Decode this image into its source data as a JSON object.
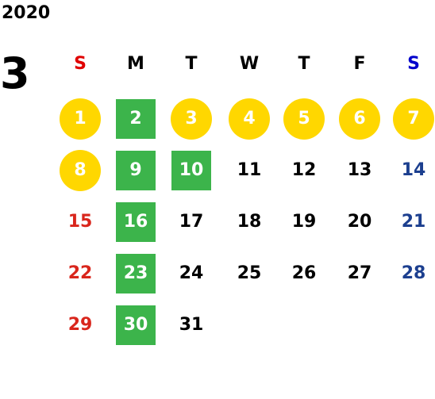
{
  "calendar": {
    "year": "2020",
    "month": "3",
    "weekdays": [
      {
        "label": "S",
        "color": "#e00000"
      },
      {
        "label": "M",
        "color": "#000000"
      },
      {
        "label": "T",
        "color": "#000000"
      },
      {
        "label": "W",
        "color": "#000000"
      },
      {
        "label": "T",
        "color": "#000000"
      },
      {
        "label": "F",
        "color": "#000000"
      },
      {
        "label": "S",
        "color": "#0000cc"
      }
    ],
    "colors": {
      "circle_fill": "#ffd700",
      "square_fill": "#3cb44b",
      "sunday_text": "#d9261c",
      "saturday_text": "#1c3f8f"
    },
    "weeks": [
      [
        {
          "day": "1",
          "mark": "circle"
        },
        {
          "day": "2",
          "mark": "square"
        },
        {
          "day": "3",
          "mark": "circle"
        },
        {
          "day": "4",
          "mark": "circle"
        },
        {
          "day": "5",
          "mark": "circle"
        },
        {
          "day": "6",
          "mark": "circle"
        },
        {
          "day": "7",
          "mark": "circle"
        }
      ],
      [
        {
          "day": "8",
          "mark": "circle"
        },
        {
          "day": "9",
          "mark": "square"
        },
        {
          "day": "10",
          "mark": "square"
        },
        {
          "day": "11",
          "mark": "none"
        },
        {
          "day": "12",
          "mark": "none"
        },
        {
          "day": "13",
          "mark": "none"
        },
        {
          "day": "14",
          "mark": "none"
        }
      ],
      [
        {
          "day": "15",
          "mark": "none"
        },
        {
          "day": "16",
          "mark": "square"
        },
        {
          "day": "17",
          "mark": "none"
        },
        {
          "day": "18",
          "mark": "none"
        },
        {
          "day": "19",
          "mark": "none"
        },
        {
          "day": "20",
          "mark": "none"
        },
        {
          "day": "21",
          "mark": "none"
        }
      ],
      [
        {
          "day": "22",
          "mark": "none"
        },
        {
          "day": "23",
          "mark": "square"
        },
        {
          "day": "24",
          "mark": "none"
        },
        {
          "day": "25",
          "mark": "none"
        },
        {
          "day": "26",
          "mark": "none"
        },
        {
          "day": "27",
          "mark": "none"
        },
        {
          "day": "28",
          "mark": "none"
        }
      ],
      [
        {
          "day": "29",
          "mark": "none"
        },
        {
          "day": "30",
          "mark": "square"
        },
        {
          "day": "31",
          "mark": "none"
        }
      ]
    ]
  }
}
